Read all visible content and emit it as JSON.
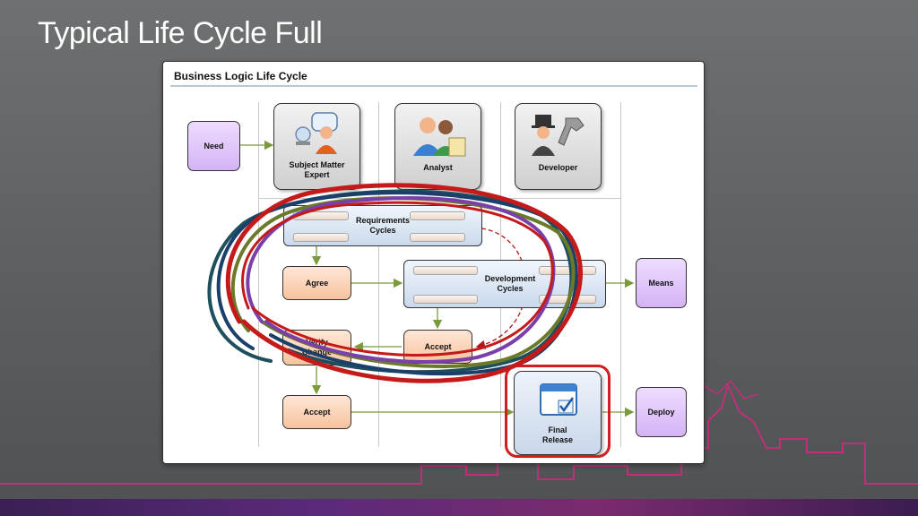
{
  "slide": {
    "title": "Typical Life Cycle Full"
  },
  "diagram": {
    "title": "Business Logic Life Cycle",
    "roles": {
      "sme": "Subject Matter Expert",
      "analyst": "Analyst",
      "developer": "Developer"
    },
    "nodes": {
      "need": "Need",
      "requirements_cycles": "Requirements Cycles",
      "agree": "Agree",
      "development_cycles": "Development Cycles",
      "means": "Means",
      "accept_dev": "Accept",
      "verify_change": "Verify Change",
      "accept_final": "Accept",
      "final_release": "Final Release",
      "deploy": "Deploy"
    }
  },
  "colors": {
    "arrow": "#7a9a3c",
    "highlight": "#d11d1d",
    "scribble": [
      "#c41a1a",
      "#1b3f6b",
      "#6b7a2a",
      "#7a3fa8",
      "#1e4f5c"
    ]
  }
}
